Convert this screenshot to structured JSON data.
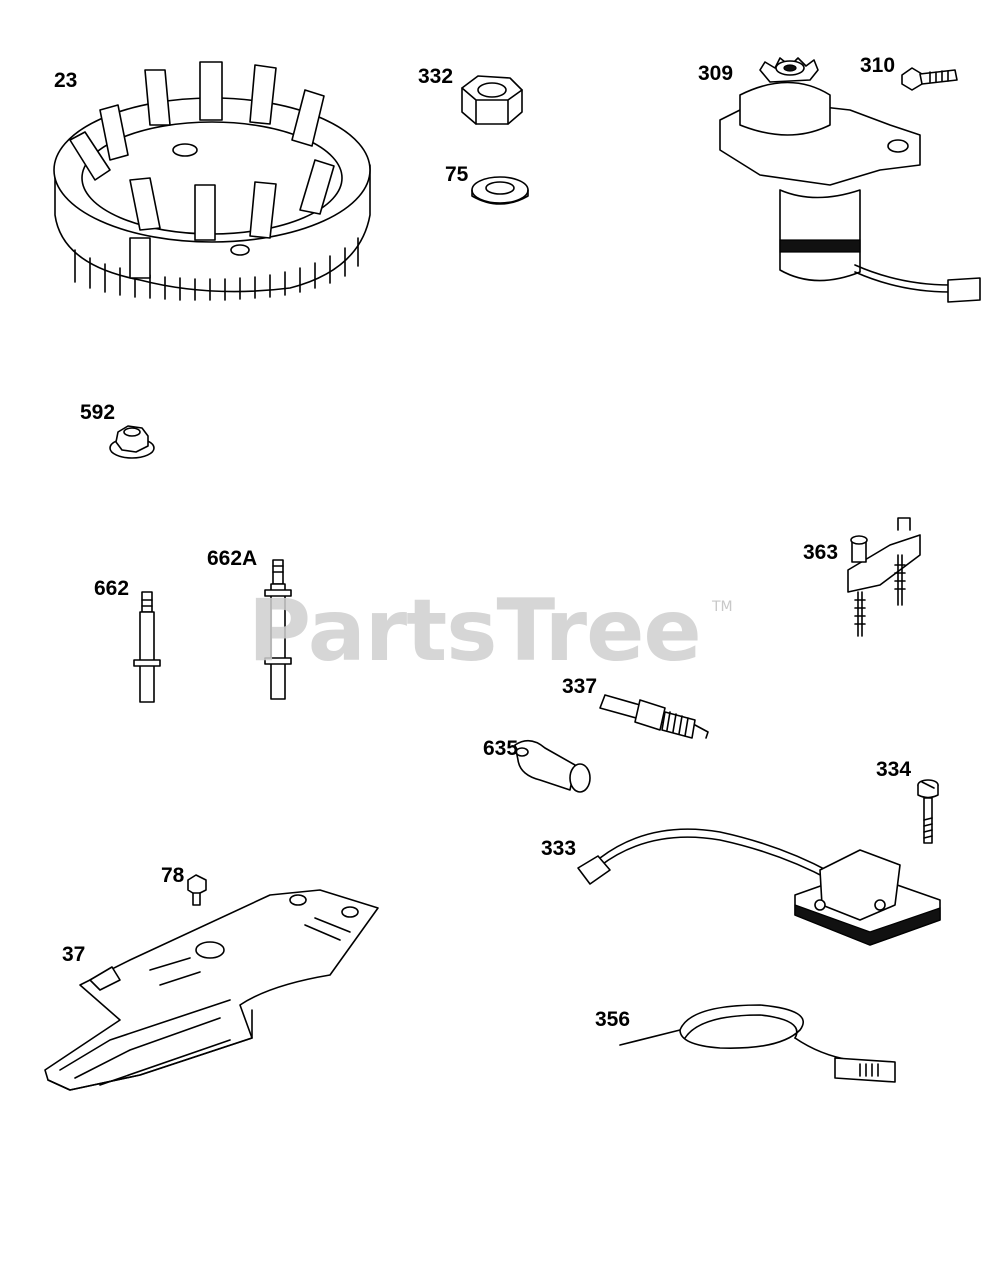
{
  "watermark": {
    "text": "PartsTree",
    "trademark": "TM",
    "color": "#cfcfcf"
  },
  "parts": [
    {
      "id": "23"
    },
    {
      "id": "332"
    },
    {
      "id": "75"
    },
    {
      "id": "309"
    },
    {
      "id": "310"
    },
    {
      "id": "592"
    },
    {
      "id": "662"
    },
    {
      "id": "662A"
    },
    {
      "id": "363"
    },
    {
      "id": "337"
    },
    {
      "id": "635"
    },
    {
      "id": "334"
    },
    {
      "id": "333"
    },
    {
      "id": "78"
    },
    {
      "id": "37"
    },
    {
      "id": "356"
    }
  ]
}
